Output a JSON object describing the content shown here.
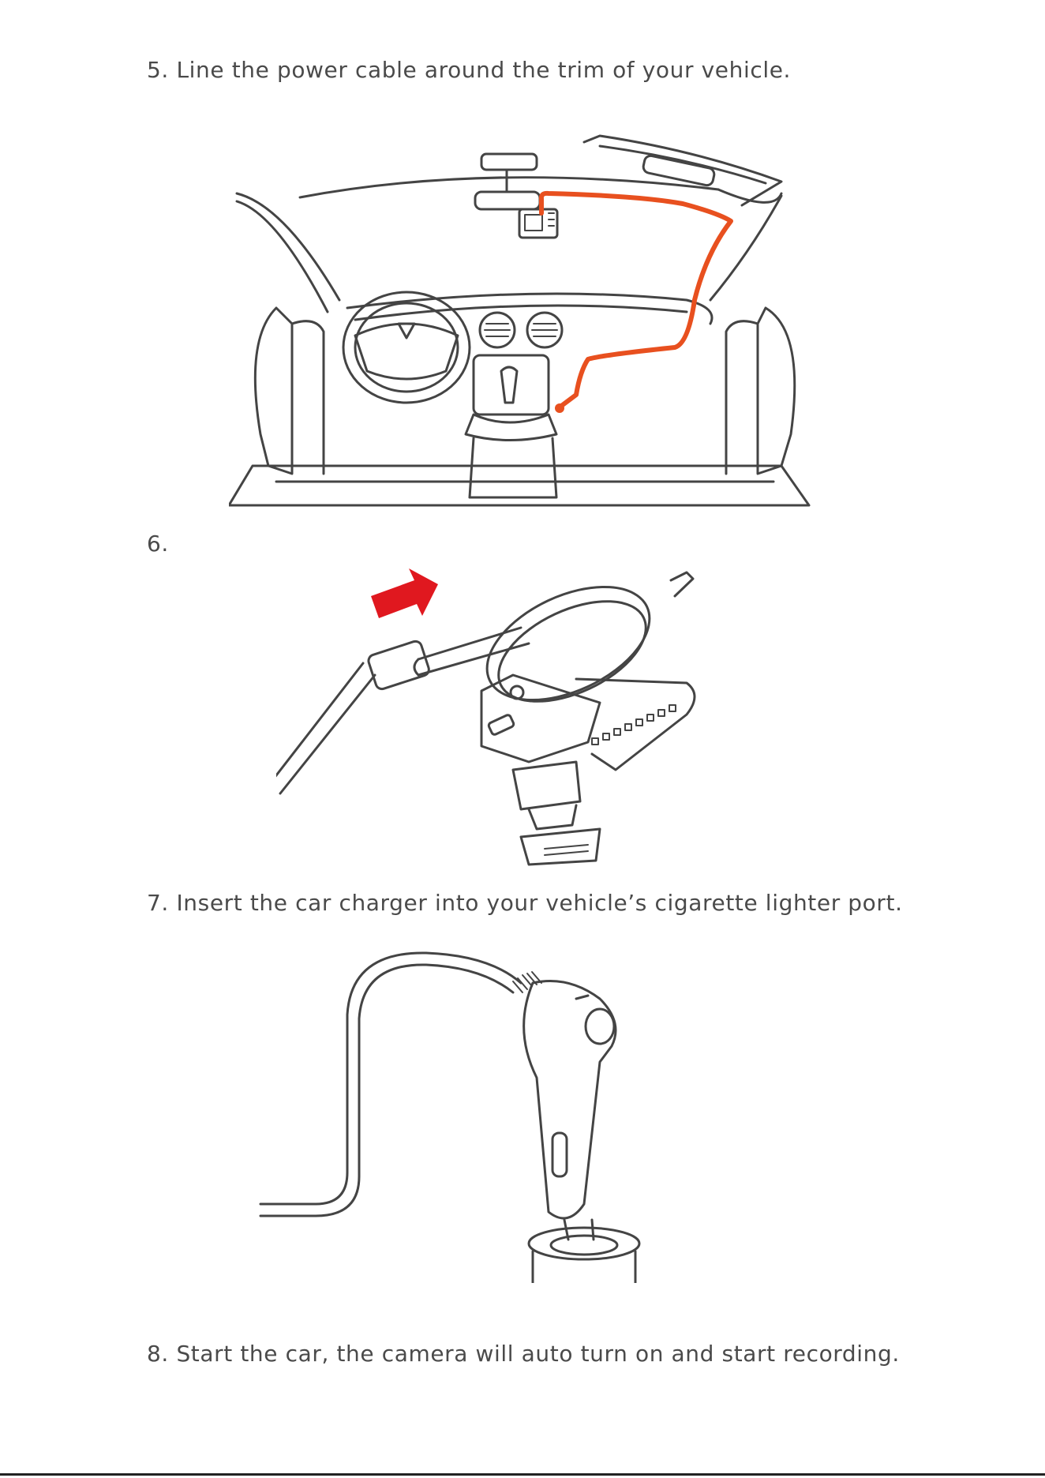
{
  "steps": [
    {
      "number": "5.",
      "text": "Line the power cable around the trim of your vehicle."
    },
    {
      "number": "6.",
      "text": ""
    },
    {
      "number": "7.",
      "text": "Insert the car charger into your vehicle’s cigarette lighter port."
    },
    {
      "number": "8.",
      "text": "Start the car, the camera will auto turn on and start recording."
    }
  ],
  "colors": {
    "cable": "#e8501f",
    "arrow": "#e0181f",
    "line_art": "#444444",
    "text": "#4a4a4a"
  }
}
